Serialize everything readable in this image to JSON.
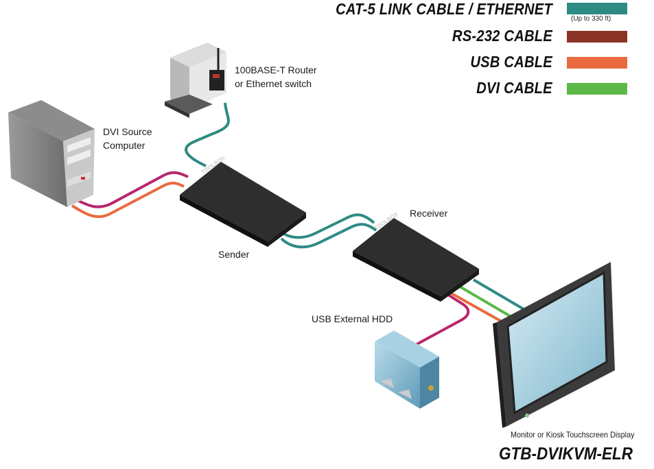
{
  "legend": [
    {
      "label": "CAT-5 LINK CABLE / ETHERNET",
      "color": "#2e8b84",
      "note": "(Up to 330 ft)"
    },
    {
      "label": "RS-232 CABLE",
      "color": "#8b3226"
    },
    {
      "label": "USB CABLE",
      "color": "#e96a3f"
    },
    {
      "label": "DVI CABLE",
      "color": "#5cb947"
    }
  ],
  "devices": {
    "router": {
      "line1": "100BASE-T Router",
      "line2": "or Ethernet switch"
    },
    "computer": {
      "line1": "DVI Source",
      "line2": "Computer"
    },
    "sender": {
      "label": "Sender",
      "brand": "TOOLBOX"
    },
    "receiver": {
      "label": "Receiver",
      "brand": "TOOLBOX"
    },
    "hdd": {
      "label": "USB External HDD"
    },
    "monitor": {
      "label": "Monitor or Kiosk Touchscreen Display"
    }
  },
  "colors": {
    "usb_magenta": "#b8266d",
    "usb_orange": "#e96a3f",
    "cat5": "#2e8b84",
    "dvi": "#5cb947",
    "box": "#252525"
  },
  "model": "GTB-DVIKVM-ELR"
}
